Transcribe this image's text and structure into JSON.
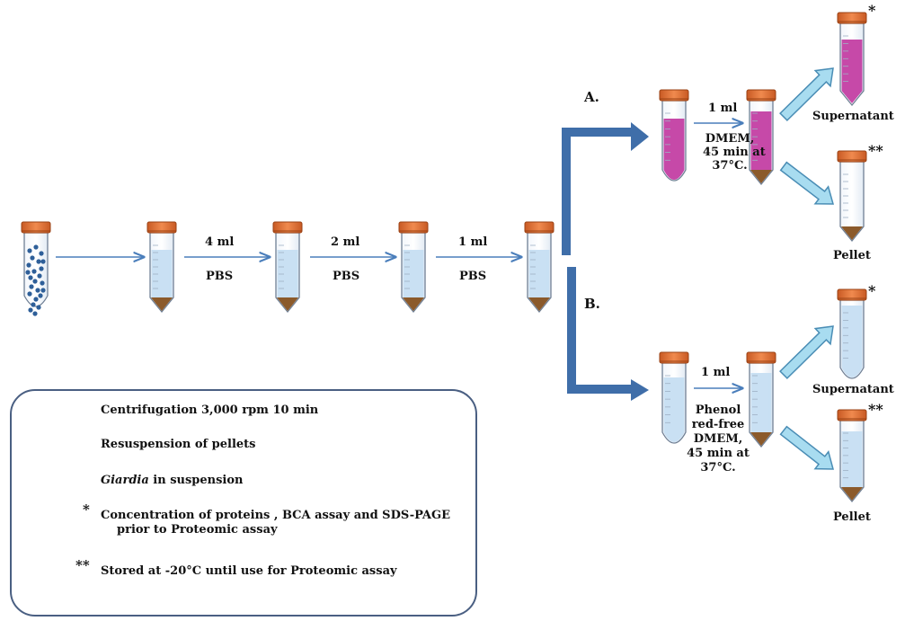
{
  "wash_steps": [
    {
      "volume": "4 ml",
      "buffer": "PBS"
    },
    {
      "volume": "2 ml",
      "buffer": "PBS"
    },
    {
      "volume": "1 ml",
      "buffer": "PBS"
    }
  ],
  "branch_a": {
    "label": "A.",
    "volume": "1 ml",
    "condition_lines": [
      "DMEM,",
      "45 min at",
      "37°C."
    ],
    "supernatant_label": "Supernatant",
    "supernatant_marker": "*",
    "pellet_label": "Pellet",
    "pellet_marker": "**"
  },
  "branch_b": {
    "label": "B.",
    "volume": "1 ml",
    "condition_lines": [
      "Phenol",
      "red-free",
      "DMEM,",
      "45 min at",
      "37°C."
    ],
    "supernatant_label": "Supernatant",
    "supernatant_marker": "*",
    "pellet_label": "Pellet",
    "pellet_marker": "**"
  },
  "legend": {
    "centrifugation": "Centrifugation 3,000 rpm 10 min",
    "resuspension": "Resuspension of pellets",
    "giardia_italic": "Giardia",
    "giardia_rest": " in suspension",
    "star_symbol": "*",
    "star_line1": "Concentration of proteins , BCA assay and SDS-PAGE",
    "star_line2": "prior to Proteomic assay",
    "double_star_symbol": "**",
    "double_star_text": "Stored at -20°C until use for Proteomic assay"
  },
  "colors": {
    "thin_arrow": "#4a7ebb",
    "thick_arrow": "#3f6ea9",
    "light_arrow": "#a8dcf0",
    "tube_cap": "#e0713a",
    "medium_pbs": "#c6def2",
    "medium_dmem": "#c33fa3",
    "pellet": "#8b5a2b",
    "giardia": "#2e5f99"
  }
}
